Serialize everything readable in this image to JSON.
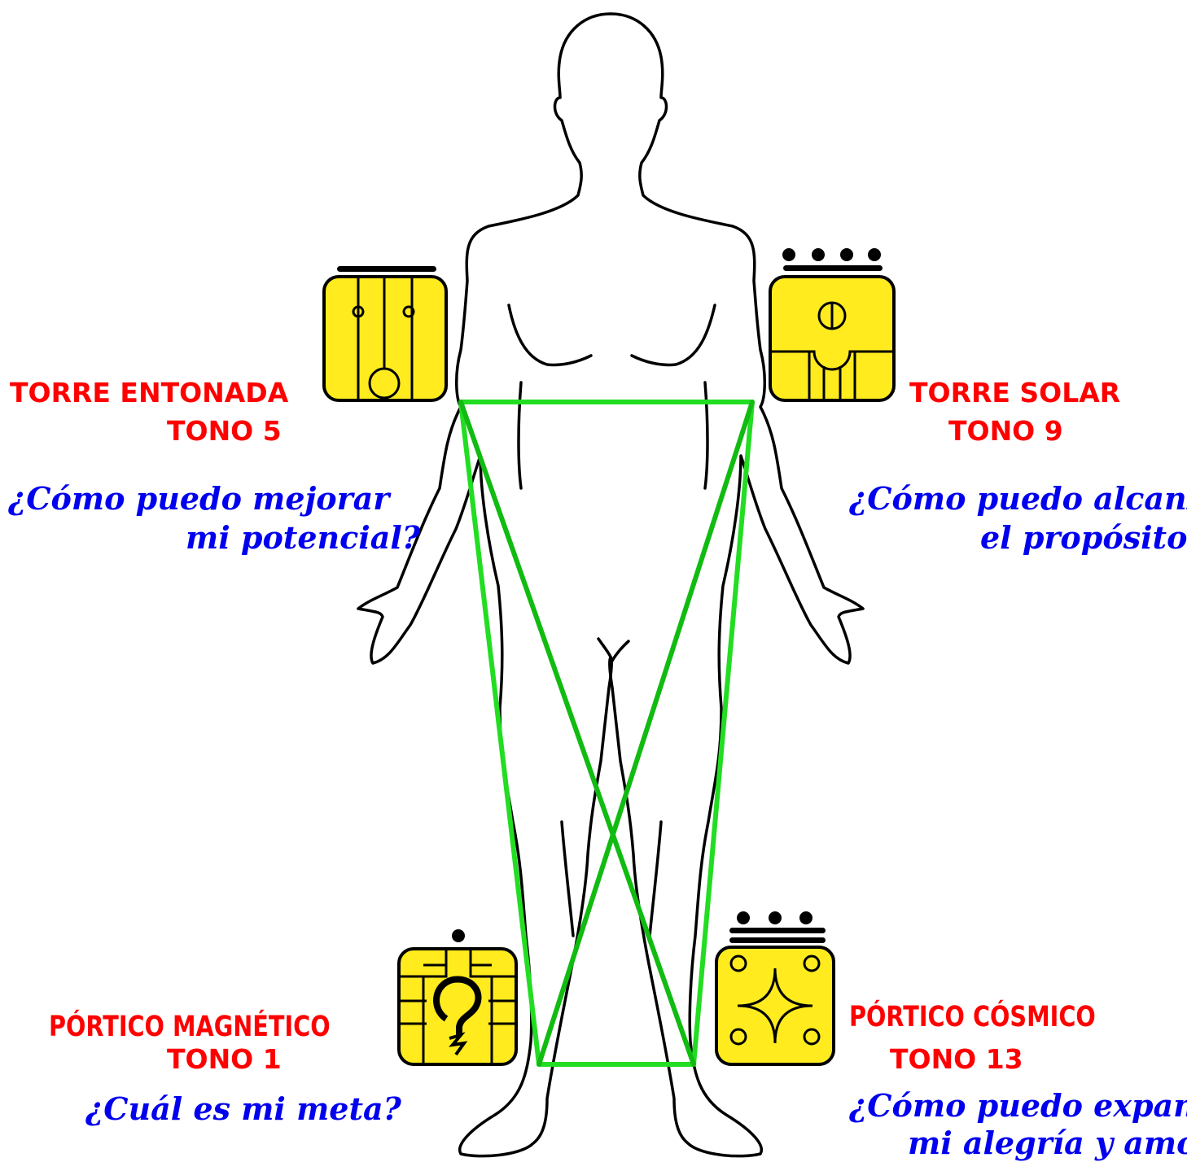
{
  "positions": {
    "top_left": {
      "name": "TORRE ENTONADA",
      "tone": "TONO 5",
      "question_line1": "¿Cómo puedo mejorar",
      "question_line2": "mi potencial?",
      "glyph_icon": "face-glyph-icon",
      "tone_dots": 0,
      "tone_bars": 1
    },
    "top_right": {
      "name": "TORRE SOLAR",
      "tone": "TONO 9",
      "question_line1": "¿Cómo puedo alcanzar",
      "question_line2": "el propósito?",
      "glyph_icon": "sun-lord-glyph-icon",
      "tone_dots": 4,
      "tone_bars": 1
    },
    "bottom_left": {
      "name": "PÓRTICO MAGNÉTICO",
      "tone": "TONO 1",
      "question_line1": "¿Cuál es mi meta?",
      "glyph_icon": "hook-glyph-icon",
      "tone_dots": 1,
      "tone_bars": 0
    },
    "bottom_right": {
      "name": "PÓRTICO CÓSMICO",
      "tone": "TONO 13",
      "question_line1": "¿Cómo puedo expandir",
      "question_line2": "mi alegría y amor?",
      "glyph_icon": "star-glyph-icon",
      "tone_dots": 3,
      "tone_bars": 2
    }
  },
  "colors": {
    "label_red": "#ff0000",
    "question_blue": "#0000ee",
    "glyph_yellow": "#ffeb1e",
    "pattern_green": "#22dd22",
    "outline": "#000000"
  },
  "figure_icon": "human-body-outline-icon"
}
